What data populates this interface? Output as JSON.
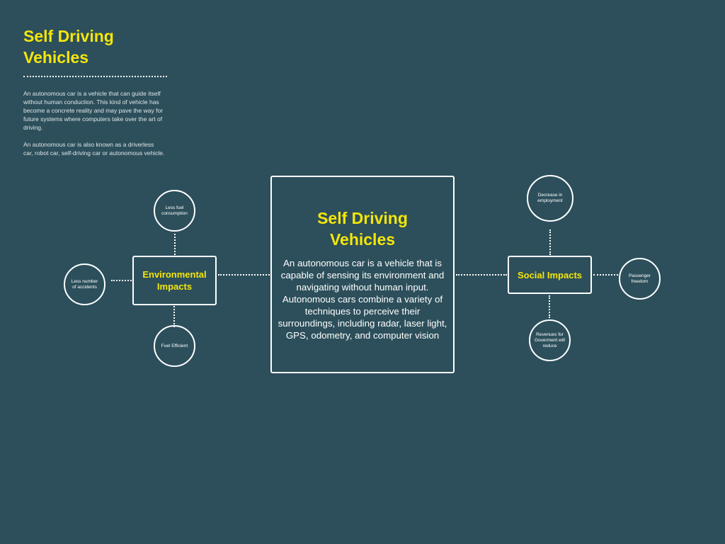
{
  "header": {
    "title": "Self Driving Vehicles",
    "intro_paragraphs": [
      "An autonomous car is a vehicle that can guide itself without human conduction. This kind of vehicle has become a concrete reality and may pave the way for future systems where computers take over the art of driving.",
      "An autonomous car is also known as a driverless car, robot car, self-driving car or autonomous vehicle."
    ]
  },
  "center": {
    "title": "Self Driving Vehicles",
    "body": "An autonomous car is a vehicle that is capable of sensing its environment and navigating without human input. Autonomous cars combine a variety of techniques to perceive their surroundings, including radar, laser light, GPS, odometry, and computer vision"
  },
  "environmental": {
    "label": "Environmental Impacts",
    "top": "Less fuel consumption",
    "left": "Less number of accidents",
    "bottom": "Fuel Efficient"
  },
  "social": {
    "label": "Social Impacts",
    "top": "Decrease in employment",
    "right": "Passenger freedom",
    "bottom": "Revenues for Goverment will reduce"
  },
  "colors": {
    "background": "#2c4f5b",
    "accent": "#f5e609",
    "line": "#ffffff"
  }
}
